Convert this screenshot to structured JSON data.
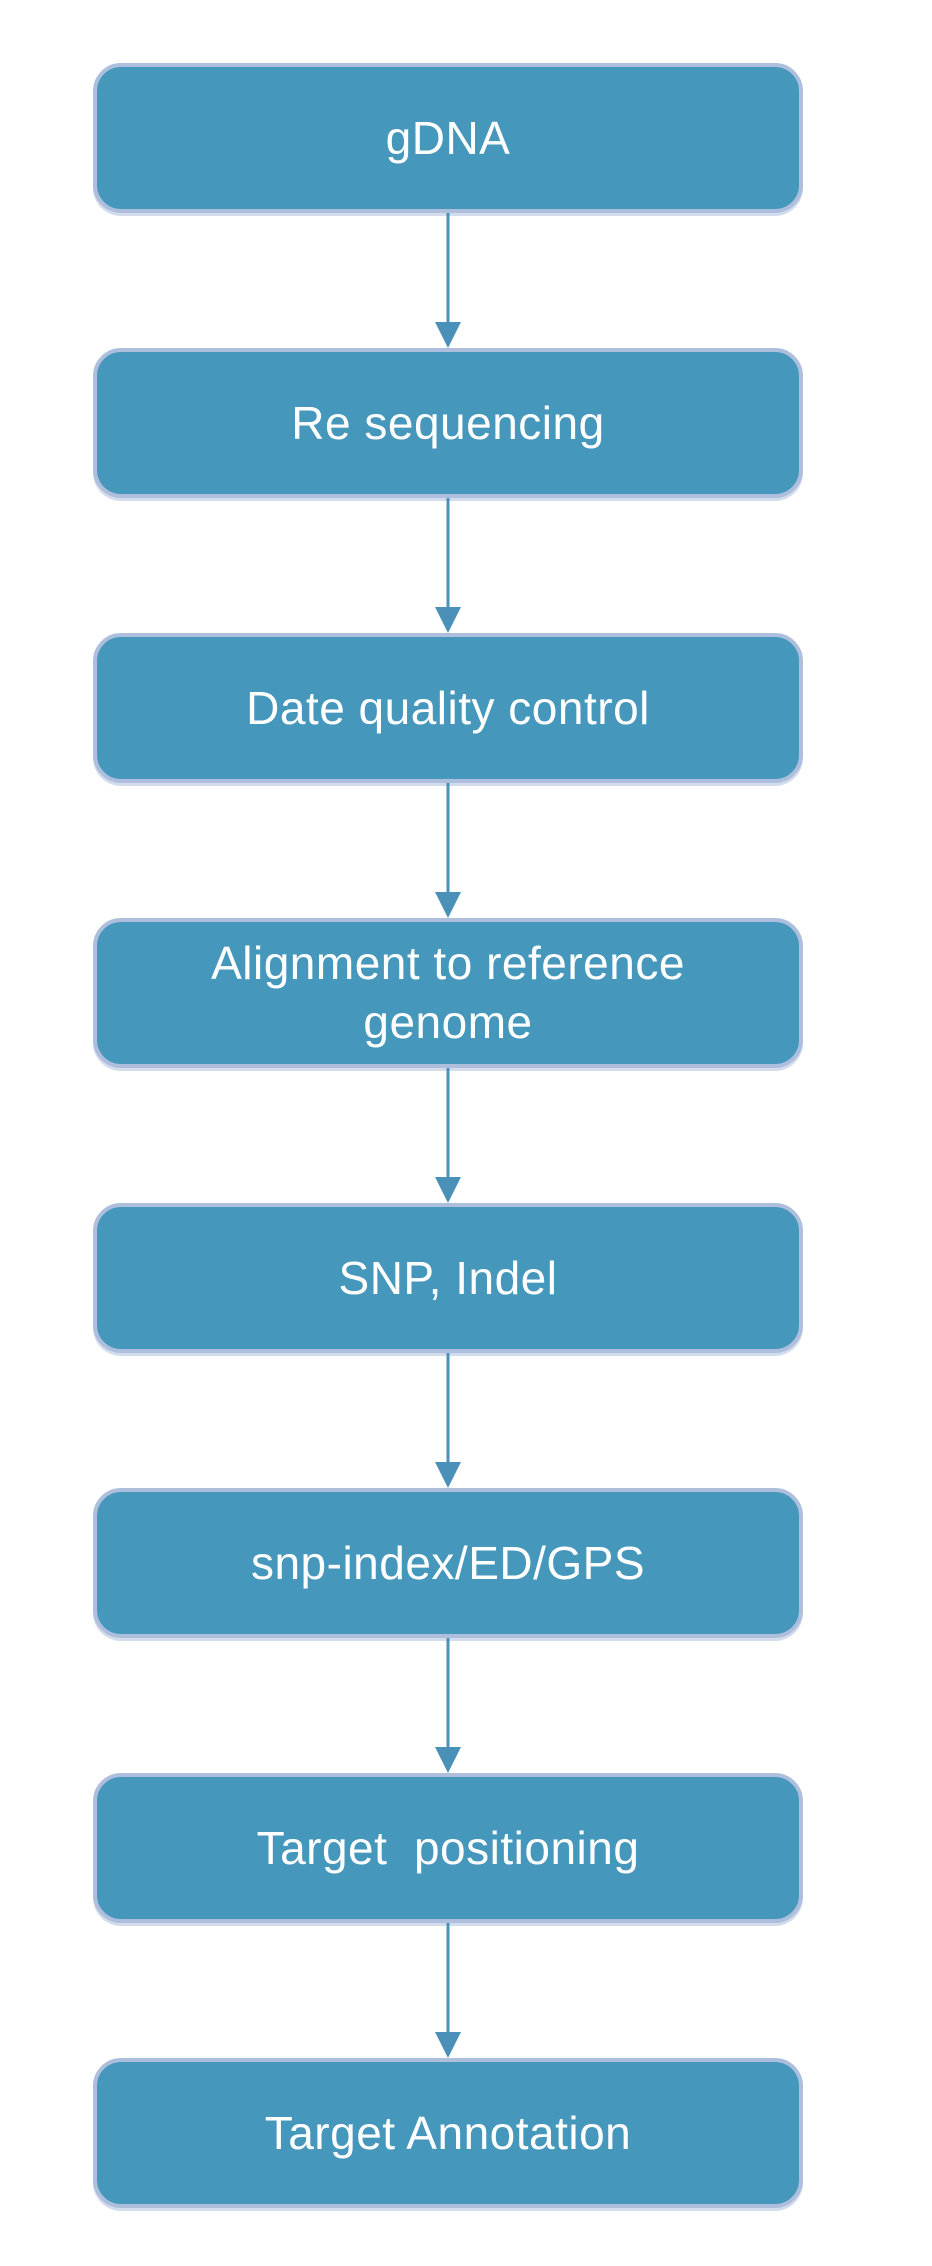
{
  "diagram": {
    "type": "flowchart",
    "direction": "top-to-bottom",
    "nodes": [
      {
        "label": "gDNA"
      },
      {
        "label": "Re sequencing"
      },
      {
        "label": "Date quality control"
      },
      {
        "label": "Alignment to reference genome"
      },
      {
        "label": "SNP, Indel"
      },
      {
        "label": "snp-index/ED/GPS"
      },
      {
        "label": "Target  positioning"
      },
      {
        "label": "Target Annotation"
      }
    ],
    "edges": [
      {
        "from": 0,
        "to": 1
      },
      {
        "from": 1,
        "to": 2
      },
      {
        "from": 2,
        "to": 3
      },
      {
        "from": 3,
        "to": 4
      },
      {
        "from": 4,
        "to": 5
      },
      {
        "from": 5,
        "to": 6
      },
      {
        "from": 6,
        "to": 7
      }
    ],
    "colors": {
      "node_fill": "#4697bc",
      "node_border": "#aebfdd",
      "arrow": "#4a90b8",
      "text": "#ffffff",
      "background": "#ffffff"
    }
  }
}
